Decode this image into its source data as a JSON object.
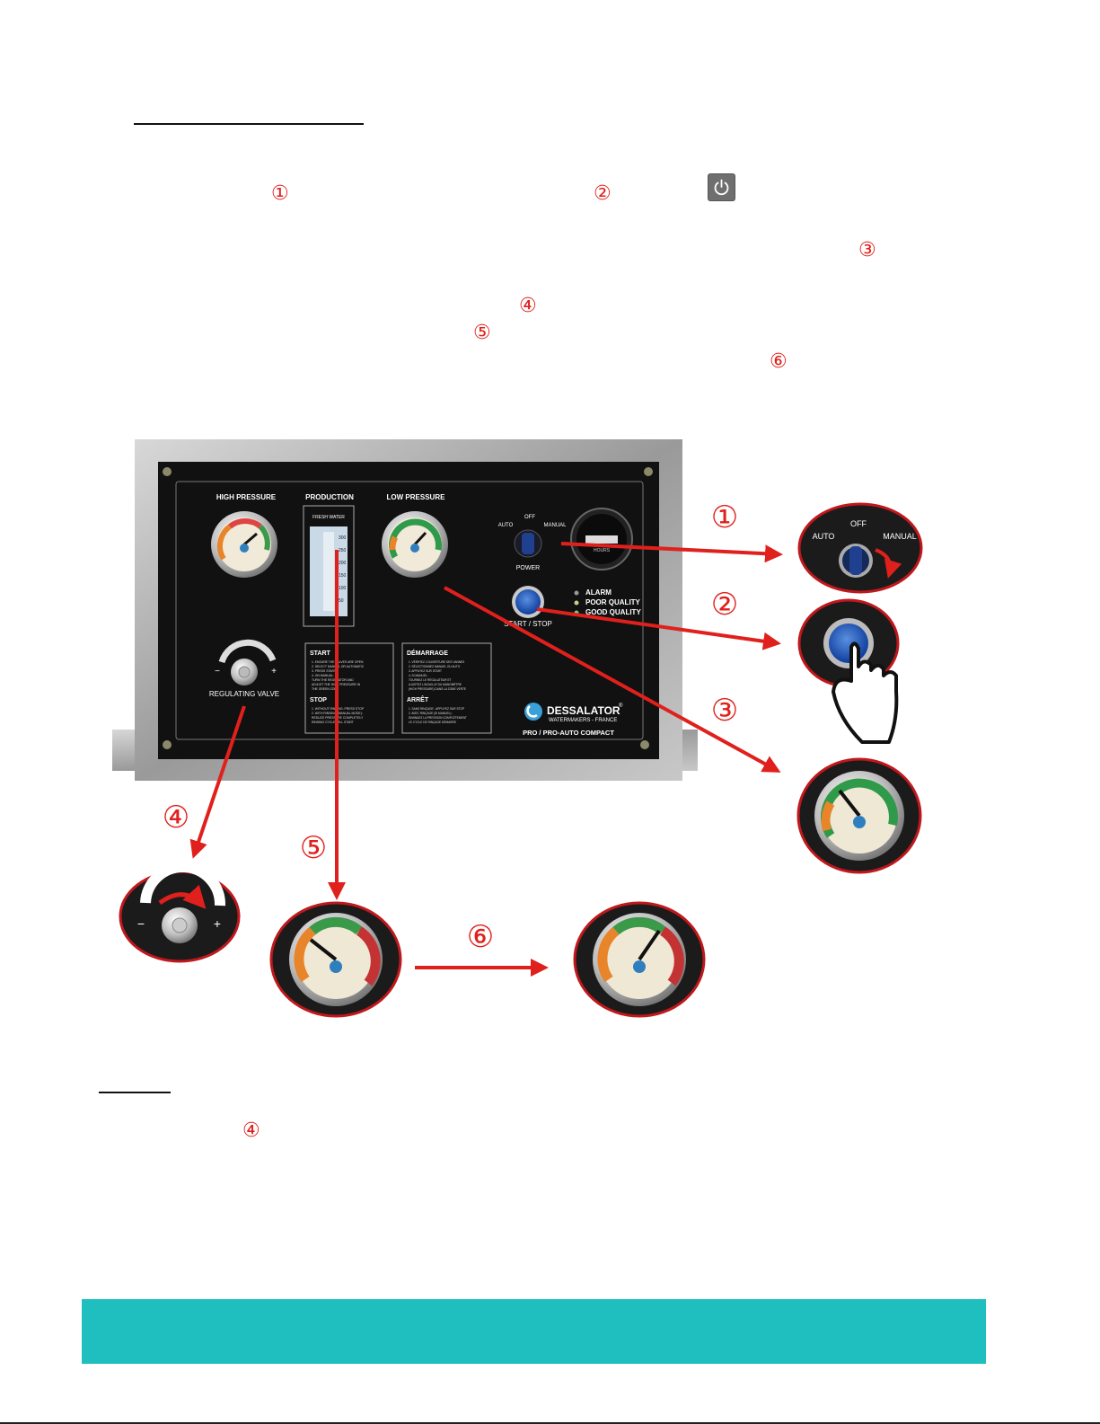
{
  "document": {
    "step_markers": {
      "m1": "①",
      "m2": "②",
      "m3": "③",
      "m4": "④",
      "m5": "⑤",
      "m6": "⑥",
      "note_m4": "④"
    },
    "power_button_icon": "power-icon"
  },
  "panel": {
    "high_pressure_label": "HIGH PRESSURE",
    "production_label": "PRODUCTION",
    "fresh_water_label": "FRESH WATER",
    "low_pressure_label": "LOW PRESSURE",
    "selector": {
      "auto": "AUTO",
      "off": "OFF",
      "manual": "MANUAL",
      "power": "POWER"
    },
    "hour_counter": {
      "hours": "HOURS"
    },
    "start_stop_label": "START / STOP",
    "indicators": {
      "alarm": "ALARM",
      "poor_quality": "POOR QUALITY",
      "good_quality": "GOOD QUALITY"
    },
    "regulating_valve_label": "REGULATING VALVE",
    "minus": "−",
    "plus": "+",
    "en_instructions": {
      "start_title": "START",
      "start_lines": [
        "1.  ENSURE THE VALVES ARE OPEN",
        "2.  SELECT MANUAL OR AUTOMATIC",
        "3.  PRESS START",
        "4.  ON MANUAL:",
        "     TURN THE REGULATOR AND",
        "     ADJUST THE HIGH PRESSURE IN",
        "     THE GREEN ZONE"
      ],
      "stop_title": "STOP",
      "stop_lines": [
        "1.  WITHOUT RINSING: PRESS STOP",
        "2.  WITH RINSING (MANUAL MODE):",
        "     REDUCE PRESSURE COMPLETELY",
        "     RINSING CYCLE WILL START"
      ]
    },
    "fr_instructions": {
      "start_title": "DÉMARRAGE",
      "start_lines": [
        "1.  VÉRIFIEZ L'OUVERTURE DES VANNES",
        "2.  SÉLECTIONNEZ MANUEL OU AUTO",
        "3.  APPUYEZ SUR START",
        "4.  SI MANUEL :",
        "     TOURNEZ LE RÉGULATEUR ET",
        "     AJUSTEZ L'AIGUILLE DU MANOMÈTRE",
        "     (HIGH PRESSURE) DANS LA ZONE VERTE"
      ],
      "stop_title": "ARRÊT",
      "stop_lines": [
        "1.  SANS RINÇAGE : APPUYEZ SUR STOP",
        "2.  AVEC RINÇAGE (SI MANUEL) :",
        "     DIMINUEZ LA PRESSION COMPLÈTEMENT",
        "     LE CYCLE DE RINÇAGE DÉMARRE"
      ]
    },
    "brand": {
      "name": "DESSALATOR",
      "registered": "®",
      "subtitle": "WATERMAKERS - FRANCE",
      "model": "PRO / PRO-AUTO COMPACT"
    },
    "flowmeter_scale": [
      "300",
      "250",
      "200",
      "150",
      "100",
      "50"
    ]
  },
  "callouts": {
    "c1": "①",
    "c2": "②",
    "c3": "③",
    "c4": "④",
    "c5": "⑤",
    "c6": "⑥",
    "selector_zoom": {
      "auto": "AUTO",
      "off": "OFF",
      "manual": "MANUAL"
    },
    "valve_zoom": {
      "minus": "−",
      "plus": "+"
    }
  },
  "colors": {
    "accent_red": "#e0201c",
    "footer_teal": "#1fbfbf",
    "panel_black": "#111111",
    "frame_steel": "#9a9a9a"
  }
}
